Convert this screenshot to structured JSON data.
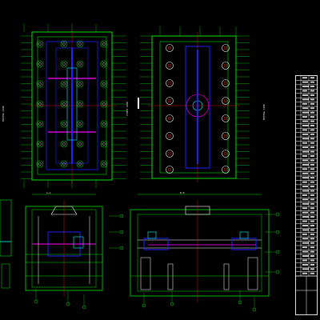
{
  "drawing": {
    "view_labels": {
      "moving_side_left": "MOVING SIDE",
      "fixed_side": "FIXED SIDE",
      "moving_side_right": "MOVING SIDE"
    },
    "section_labels": {
      "section_a": "A-A",
      "section_b": "B-B"
    },
    "title_block": {
      "row_count": 46
    }
  },
  "colors": {
    "background": "#000000",
    "green": "#00e000",
    "blue": "#2020ff",
    "magenta": "#ff00ff",
    "red": "#ff2020",
    "cyan": "#00ffff",
    "white": "#ffffff",
    "yellow": "#ffff00"
  }
}
